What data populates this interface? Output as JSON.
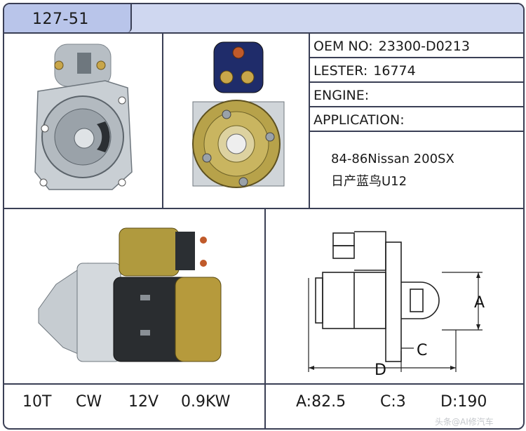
{
  "header": {
    "part_number": "127-51"
  },
  "specs": [
    {
      "label": "OEM NO:",
      "value": "23300-D0213"
    },
    {
      "label": "LESTER:",
      "value": "16774"
    },
    {
      "label": "ENGINE:",
      "value": ""
    },
    {
      "label": "APPLICATION:",
      "value": ""
    }
  ],
  "applications": [
    "84-86Nissan 200SX",
    "日产蓝鸟U12"
  ],
  "ratings": [
    "10T",
    "CW",
    "12V",
    "0.9KW"
  ],
  "dimension_labels": {
    "a": "A",
    "c": "C",
    "d": "D"
  },
  "dimensions": [
    "A:82.5",
    "C:3",
    "D:190"
  ],
  "watermark": "头条@AI修汽车",
  "colors": {
    "header_bg": "#cfd7f0",
    "border": "#3a3f55",
    "solenoid_gold": "#b09a3e",
    "housing_silver": "#c9cfd4"
  }
}
